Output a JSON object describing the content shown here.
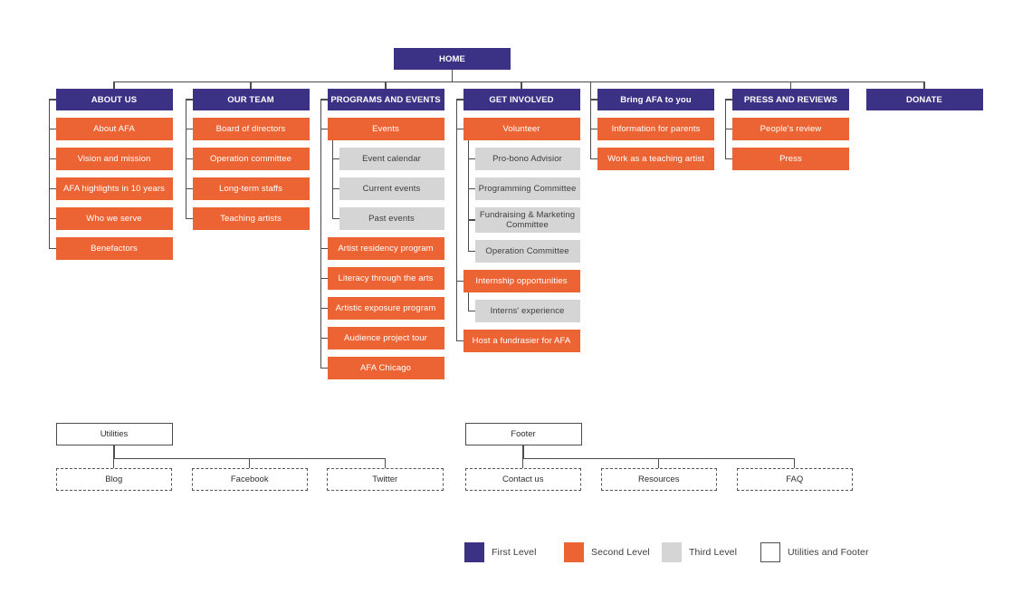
{
  "home": {
    "label": "HOME"
  },
  "sitemap": {
    "columns": [
      {
        "title": "ABOUT US",
        "items": [
          {
            "label": "About AFA"
          },
          {
            "label": "Vision and mission"
          },
          {
            "label": "AFA highlights in 10 years"
          },
          {
            "label": "Who we serve"
          },
          {
            "label": "Benefactors"
          }
        ]
      },
      {
        "title": "OUR TEAM",
        "items": [
          {
            "label": "Board of directors"
          },
          {
            "label": "Operation committee"
          },
          {
            "label": "Long-term staffs"
          },
          {
            "label": "Teaching artists"
          }
        ]
      },
      {
        "title": "PROGRAMS AND EVENTS",
        "items": [
          {
            "label": "Events",
            "children": [
              {
                "label": "Event calendar"
              },
              {
                "label": "Current events"
              },
              {
                "label": "Past events"
              }
            ]
          },
          {
            "label": "Artist residency program"
          },
          {
            "label": "Literacy through the arts"
          },
          {
            "label": "Artistic exposure program"
          },
          {
            "label": "Audience project tour"
          },
          {
            "label": "AFA Chicago"
          }
        ]
      },
      {
        "title": "GET INVOLVED",
        "items": [
          {
            "label": "Volunteer",
            "children": [
              {
                "label": "Pro-bono Advisior"
              },
              {
                "label": "Programming Committee"
              },
              {
                "label": "Fundraising & Marketing Committee"
              },
              {
                "label": "Operation Committee"
              }
            ]
          },
          {
            "label": "Internship opportunities",
            "children": [
              {
                "label": "Interns' experience"
              }
            ]
          },
          {
            "label": "Host a fundrasier for AFA"
          }
        ]
      },
      {
        "title": "Bring AFA to you",
        "items": [
          {
            "label": "Information for parents"
          },
          {
            "label": "Work as a teaching artist"
          }
        ]
      },
      {
        "title": "PRESS AND REVIEWS",
        "items": [
          {
            "label": "People's review"
          },
          {
            "label": "Press"
          }
        ]
      },
      {
        "title": "DONATE",
        "items": []
      }
    ]
  },
  "utilities": {
    "title": "Utilities",
    "items": [
      "Blog",
      "Facebook",
      "Twitter"
    ]
  },
  "footer": {
    "title": "Footer",
    "items": [
      "Contact us",
      "Resources",
      "FAQ"
    ]
  },
  "legend": [
    {
      "label": "First Level",
      "color": "#3b3185"
    },
    {
      "label": "Second Level",
      "color": "#ec6434"
    },
    {
      "label": "Third Level",
      "color": "#d5d5d5"
    },
    {
      "label": "Utilities and Footer",
      "color": "#ffffff"
    }
  ],
  "colors": {
    "first_level": "#3b3185",
    "second_level": "#ec6434",
    "third_level": "#d5d5d5",
    "connector": "#4d4d4d"
  }
}
